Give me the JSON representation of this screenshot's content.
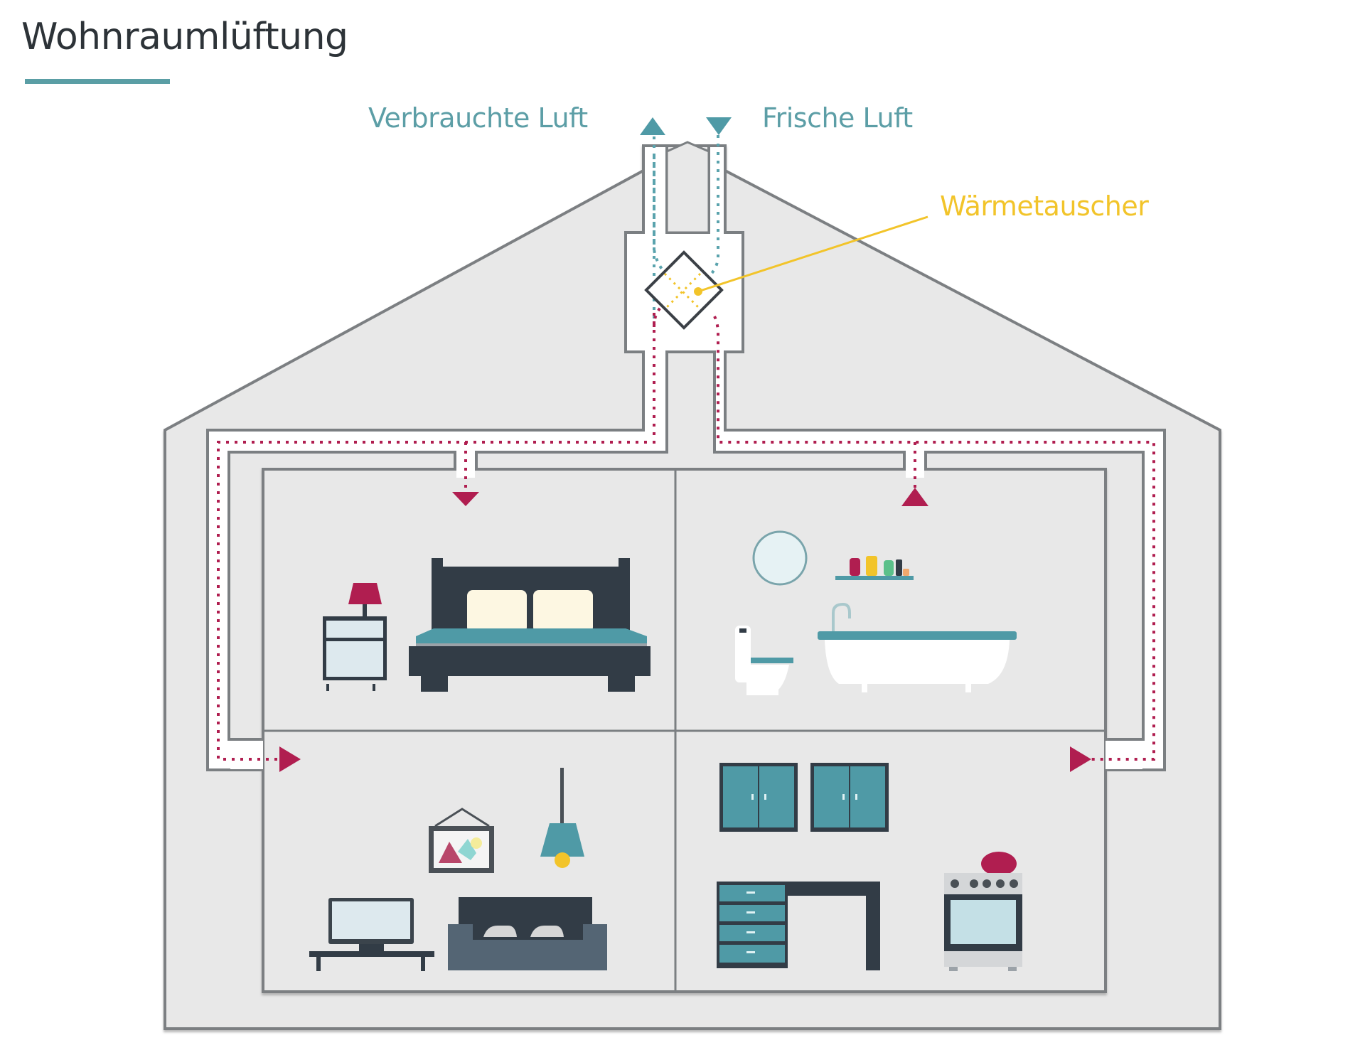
{
  "title": "Wohnraumlüftung",
  "labels": {
    "exhaust_air": "Verbrauchte Luft",
    "fresh_air": "Frische Luft",
    "heat_exchanger": "Wärmetauscher"
  },
  "colors": {
    "accent_teal": "#5a9ea5",
    "duct_teal": "#4f9aa6",
    "supply_red": "#b01e50",
    "heat_exchanger_yellow": "#f2c42a",
    "wall_gray": "#7b7f82",
    "house_fill": "#e8e8e8",
    "furniture_dark": "#323c46"
  },
  "rooms": [
    {
      "id": "bedroom",
      "items": [
        "nightstand",
        "lamp",
        "bed"
      ]
    },
    {
      "id": "bathroom",
      "items": [
        "mirror",
        "shelf",
        "toilet",
        "bathtub"
      ]
    },
    {
      "id": "living-room",
      "items": [
        "tv",
        "picture",
        "pendant-lamp",
        "sofa"
      ]
    },
    {
      "id": "kitchen",
      "items": [
        "wall-cabinets",
        "desk-drawers",
        "stove"
      ]
    }
  ],
  "icons": {
    "exhaust_arrow": "triangle-up-icon",
    "fresh_arrow": "triangle-down-icon",
    "supply_outlet": "triangle-down-icon",
    "extract_inlet": "triangle-up-icon",
    "side_outlets": "triangle-right-icon"
  }
}
